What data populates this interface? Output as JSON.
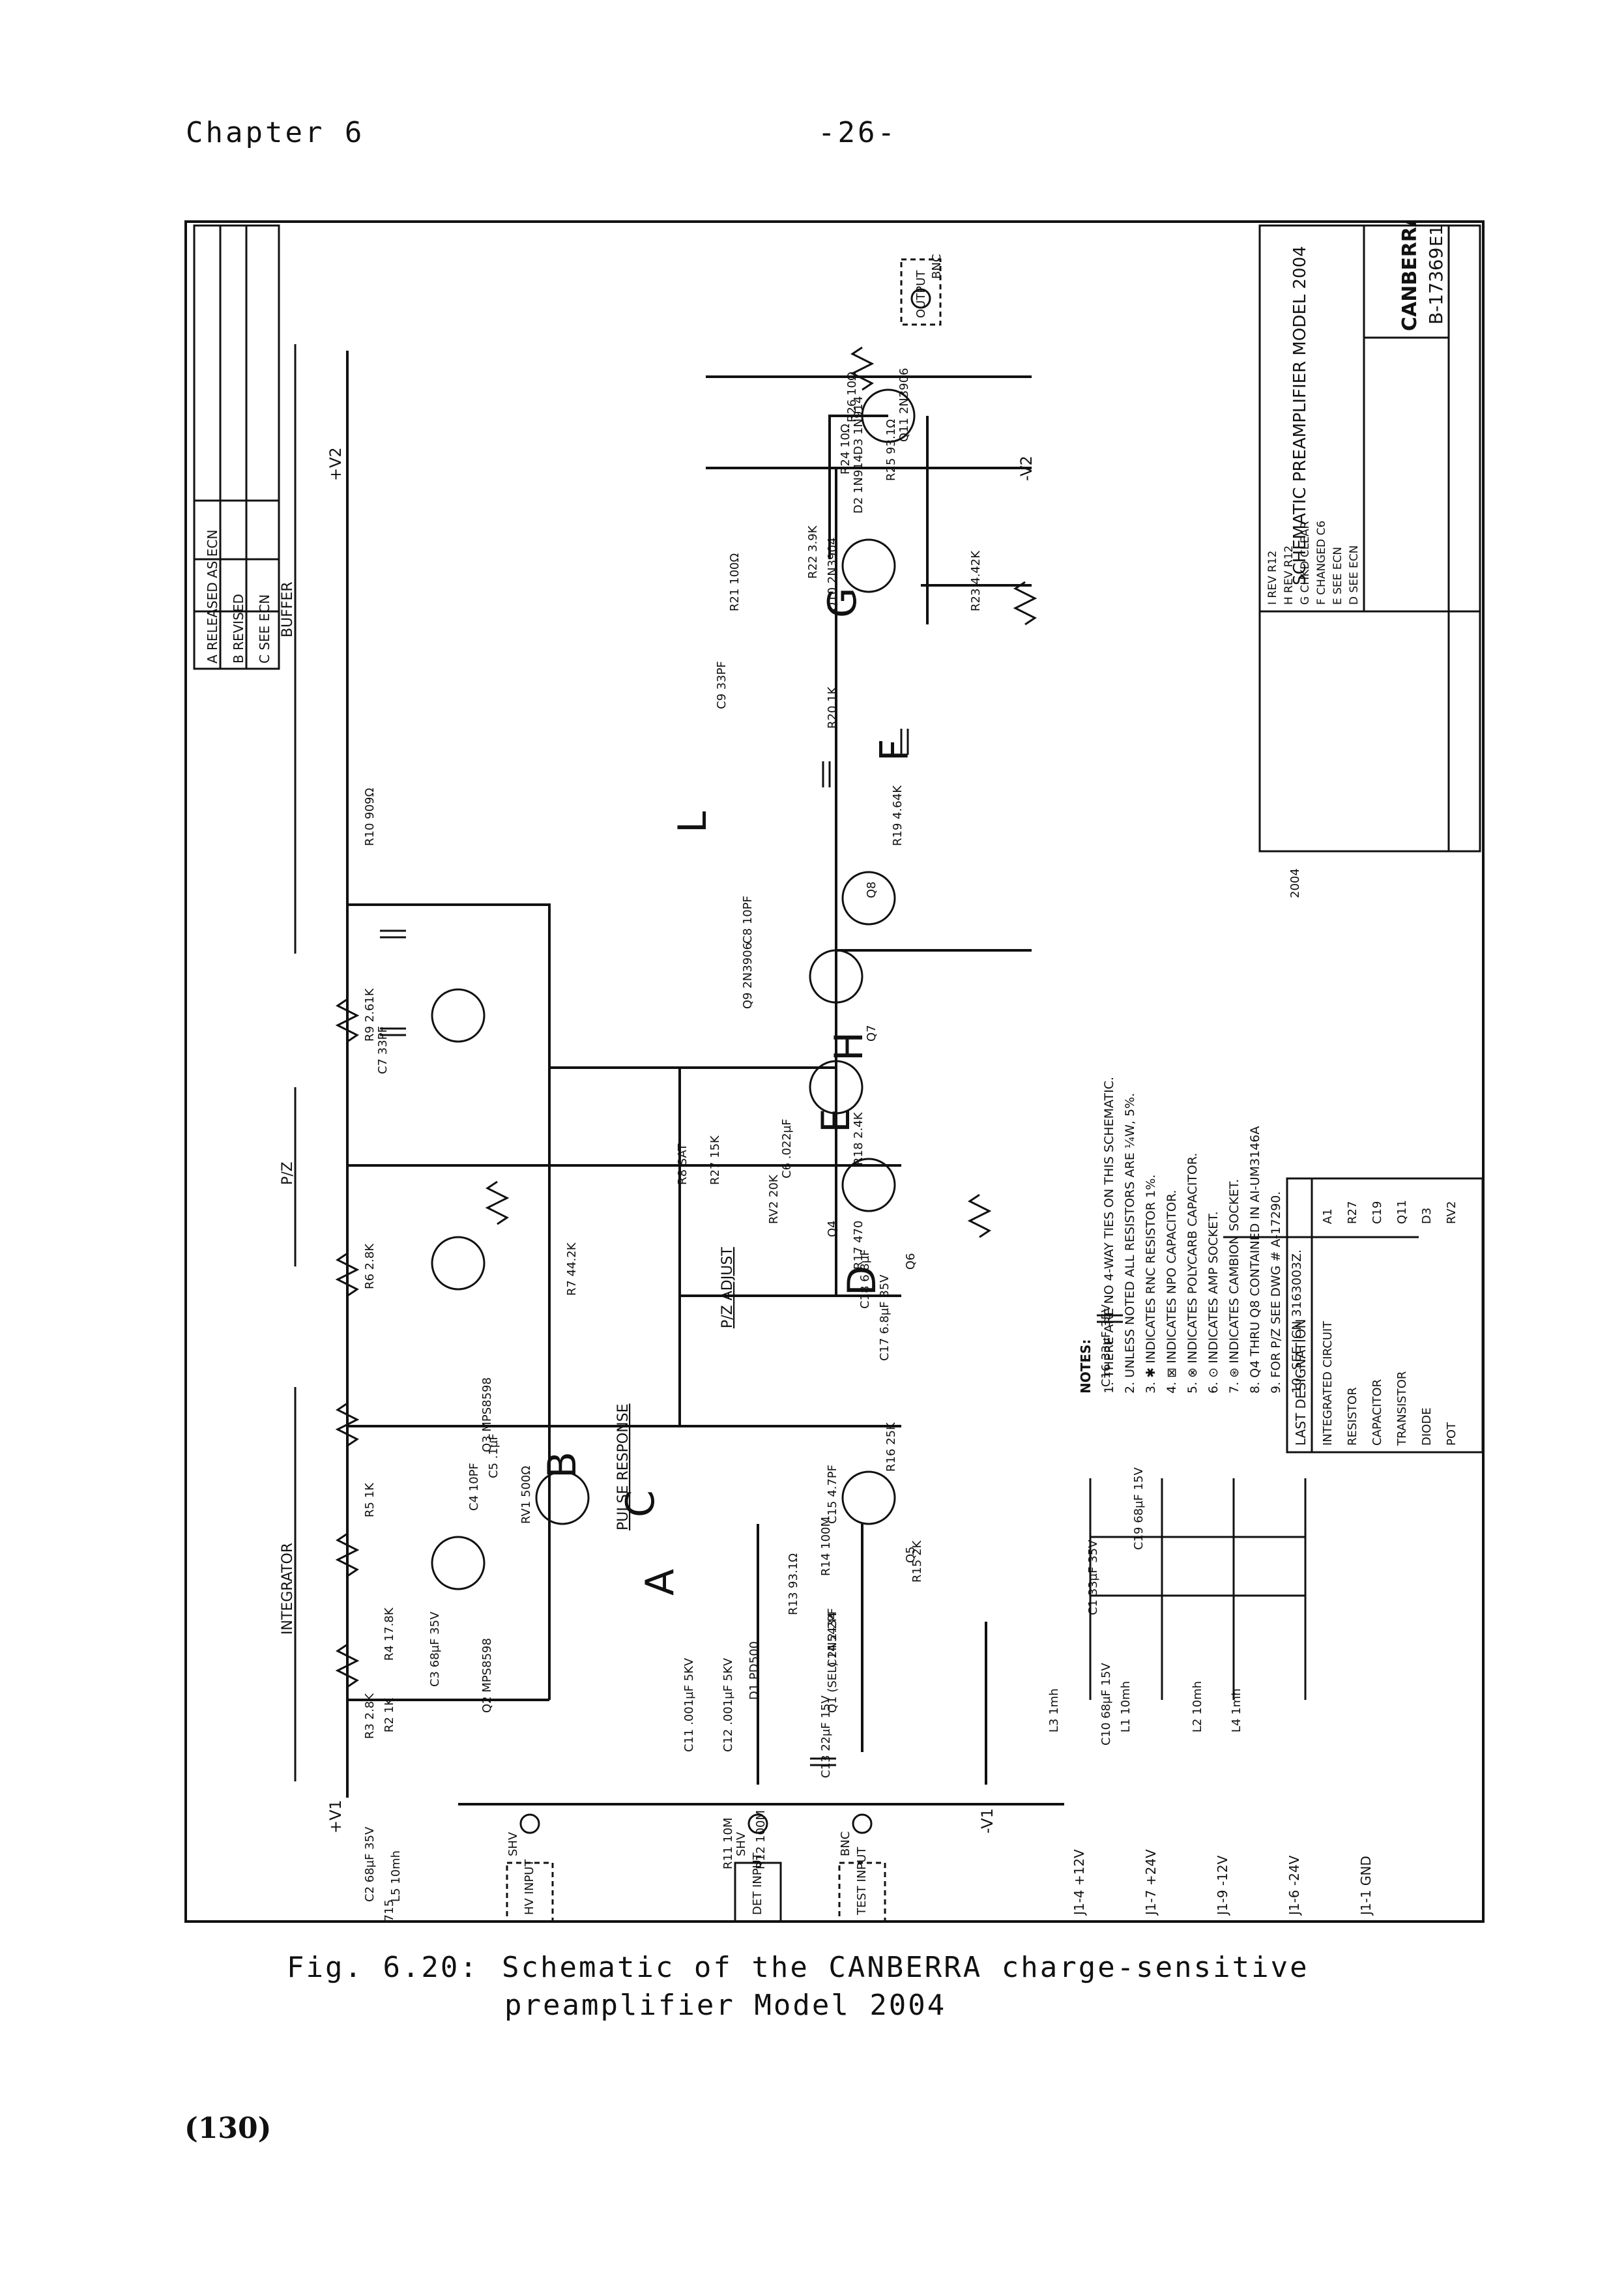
{
  "header": {
    "chapter": "Chapter 6",
    "page": "-26-"
  },
  "figure": {
    "sections": [
      "INTEGRATOR",
      "P/Z",
      "BUFFER"
    ],
    "rails": [
      "+V1",
      "-V1",
      "+V2",
      "-V2"
    ],
    "inputs": [
      "HV INPUT",
      "DET INPUT",
      "TEST INPUT",
      "OUTPUT"
    ],
    "connectors": [
      "SHV",
      "SHV",
      "BNC",
      "BNC"
    ],
    "components": [
      {
        "ref": "Q1",
        "value": "(SEL) 2N5434"
      },
      {
        "ref": "Q2",
        "value": "MPS8598"
      },
      {
        "ref": "Q3",
        "value": "MPS8598"
      },
      {
        "ref": "Q4",
        "value": ""
      },
      {
        "ref": "Q5",
        "value": ""
      },
      {
        "ref": "Q6",
        "value": ""
      },
      {
        "ref": "Q7",
        "value": ""
      },
      {
        "ref": "Q8",
        "value": ""
      },
      {
        "ref": "Q9",
        "value": "2N3906"
      },
      {
        "ref": "Q10",
        "value": "2N3904"
      },
      {
        "ref": "Q11",
        "value": "2N3906"
      },
      {
        "ref": "R1",
        "value": "715"
      },
      {
        "ref": "R2",
        "value": "1K"
      },
      {
        "ref": "R3",
        "value": "2.8K"
      },
      {
        "ref": "R4",
        "value": "17.8K"
      },
      {
        "ref": "R5",
        "value": "1K"
      },
      {
        "ref": "R6",
        "value": "2.8K"
      },
      {
        "ref": "R7",
        "value": "44.2K"
      },
      {
        "ref": "R8",
        "value": "SAT"
      },
      {
        "ref": "R9",
        "value": "2.61K"
      },
      {
        "ref": "R10",
        "value": "909Ω"
      },
      {
        "ref": "R11",
        "value": "10M"
      },
      {
        "ref": "R12",
        "value": "100M"
      },
      {
        "ref": "R13",
        "value": "93.1Ω"
      },
      {
        "ref": "R14",
        "value": "100M"
      },
      {
        "ref": "R15",
        "value": "2K"
      },
      {
        "ref": "R16",
        "value": "25K"
      },
      {
        "ref": "R17",
        "value": "470"
      },
      {
        "ref": "R18",
        "value": "2.4K"
      },
      {
        "ref": "R19",
        "value": "4.64K"
      },
      {
        "ref": "R20",
        "value": "1K"
      },
      {
        "ref": "R21",
        "value": "100Ω"
      },
      {
        "ref": "R22",
        "value": "3.9K"
      },
      {
        "ref": "R23",
        "value": "4.42K"
      },
      {
        "ref": "R24",
        "value": "10Ω"
      },
      {
        "ref": "R25",
        "value": "93.1Ω"
      },
      {
        "ref": "R26",
        "value": "10Ω"
      },
      {
        "ref": "R27",
        "value": "15K"
      },
      {
        "ref": "RV1",
        "value": "500Ω"
      },
      {
        "ref": "RV2",
        "value": "20K"
      },
      {
        "ref": "C1",
        "value": "33µF 35V"
      },
      {
        "ref": "C2",
        "value": "68µF 35V"
      },
      {
        "ref": "C3",
        "value": "68µF 35V"
      },
      {
        "ref": "C4",
        "value": "10PF"
      },
      {
        "ref": "C5",
        "value": ".1µF"
      },
      {
        "ref": "C6",
        "value": ".022µF"
      },
      {
        "ref": "C7",
        "value": "33PF"
      },
      {
        "ref": "C8",
        "value": "10PF"
      },
      {
        "ref": "C9",
        "value": "33PF"
      },
      {
        "ref": "C10",
        "value": "68µF 15V"
      },
      {
        "ref": "C11",
        "value": ".001µF 5KV"
      },
      {
        "ref": "C12",
        "value": ".001µF 5KV"
      },
      {
        "ref": "C13",
        "value": "22µF 15V"
      },
      {
        "ref": "C14",
        "value": "2.2PF"
      },
      {
        "ref": "C15",
        "value": "4.7PF"
      },
      {
        "ref": "C16",
        "value": "33µF 35V"
      },
      {
        "ref": "C17",
        "value": "6.8µF 35V"
      },
      {
        "ref": "C18",
        "value": "6.8µF"
      },
      {
        "ref": "C19",
        "value": "68µF 15V"
      },
      {
        "ref": "D1",
        "value": "PD500"
      },
      {
        "ref": "D2",
        "value": "1N914"
      },
      {
        "ref": "D3",
        "value": "1N914"
      },
      {
        "ref": "L1",
        "value": "10mh"
      },
      {
        "ref": "L2",
        "value": "10mh"
      },
      {
        "ref": "L3",
        "value": "1mh"
      },
      {
        "ref": "L4",
        "value": "1mh"
      },
      {
        "ref": "L5",
        "value": "10mh"
      }
    ],
    "labels": {
      "pulse_response": "PULSE RESPONSE",
      "pz_adjust": "P/Z ADJUST",
      "letters": [
        "A",
        "B",
        "C",
        "D",
        "E",
        "F",
        "G",
        "H",
        "L"
      ]
    },
    "power_pins": [
      {
        "pin": "J1-4",
        "voltage": "+12V"
      },
      {
        "pin": "J1-7",
        "voltage": "+24V"
      },
      {
        "pin": "J1-9",
        "voltage": "-12V"
      },
      {
        "pin": "J1-6",
        "voltage": "-24V"
      },
      {
        "pin": "J1-1",
        "voltage": "GND"
      }
    ],
    "notes_title": "NOTES:",
    "notes": [
      "1. THERE ARE NO 4-WAY TIES ON THIS SCHEMATIC.",
      "2. UNLESS NOTED ALL RESISTORS ARE ¼W, 5%.",
      "3. ✱ INDICATES RNC RESISTOR 1%.",
      "4. ⊠ INDICATES NPO CAPACITOR.",
      "5. ⊗ INDICATES POLYCARB CAPACITOR.",
      "6. ⊙ INDICATES AMP SOCKET.",
      "7. ⊛ INDICATES CAMBION SOCKET.",
      "8. Q4 THRU Q8 CONTAINED IN AI-UM3146A",
      "9. FOR P/Z SEE DWG # A-17290.",
      "10. SEE ICN 3163003Z."
    ],
    "last_designation": {
      "title": "LAST DESIGNATION",
      "rows": [
        [
          "INTEGRATED CIRCUIT",
          "A1"
        ],
        [
          "RESISTOR",
          "R27"
        ],
        [
          "CAPACITOR",
          "C19"
        ],
        [
          "TRANSISTOR",
          "Q11"
        ],
        [
          "DIODE",
          "D3"
        ],
        [
          "POT",
          "RV2"
        ]
      ]
    },
    "title_block": {
      "company": "CANBERRA",
      "title": "SCHEMATIC PREAMPLIFIER MODEL 2004",
      "dwg_no": "B-17369",
      "rev": "E1",
      "model": "2004"
    },
    "revisions_top": [
      "A  RELEASED AS ECN",
      "B  REVISED",
      "C  SEE ECN"
    ],
    "revisions_side": [
      "I  REV R12",
      "H  REV R12",
      "G  CHKD CLEAR",
      "F  CHANGED C6",
      "E  SEE ECN",
      "D  SEE ECN"
    ]
  },
  "caption": {
    "label": "Fig. 6.20:",
    "line1": "Schematic of the CANBERRA charge-sensitive",
    "line2": "preamplifier Model 2004"
  },
  "footer": "(130)"
}
